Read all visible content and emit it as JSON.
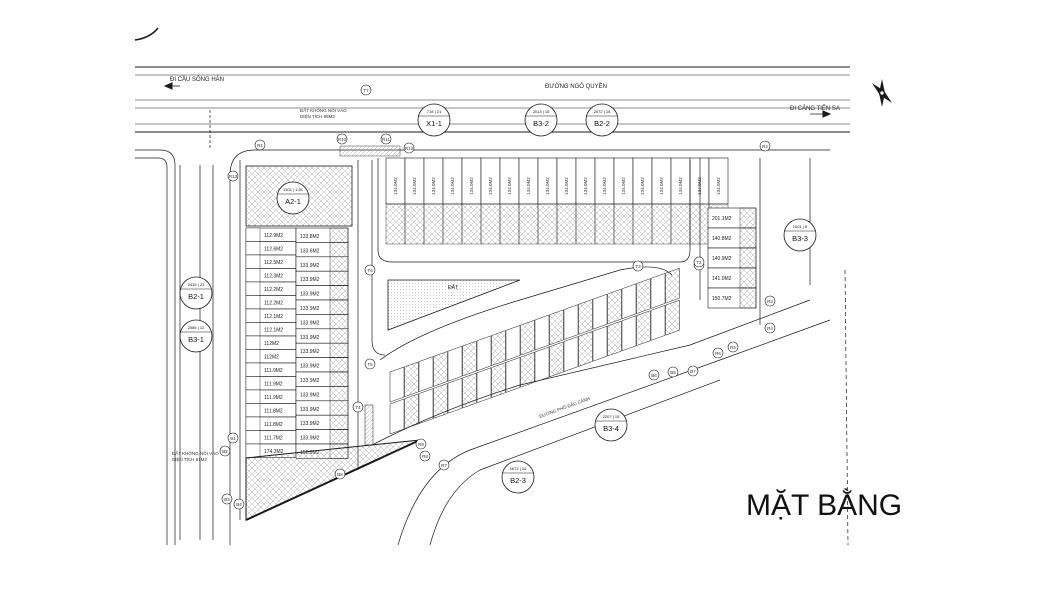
{
  "title": "MẶT BẰNG",
  "roads": {
    "main": "ĐƯỜNG NGÔ QUYỀN",
    "to_han_bridge": "ĐI CẦU SÔNG HÀN",
    "to_tien_sa_port": "ĐI CẢNG TIÊN SA",
    "curved": "ĐƯỜNG PHỐ ĐẶC CẢNH"
  },
  "blocks": [
    {
      "id": "A2-1",
      "num": "1301 | 1.81"
    },
    {
      "id": "X1-1",
      "num": "718 | 21"
    },
    {
      "id": "B3-2",
      "num": "2013 | 15"
    },
    {
      "id": "B2-2",
      "num": "2072 | 15"
    },
    {
      "id": "B3-3",
      "num": "1001 | 8"
    },
    {
      "id": "B2-1",
      "num": "2415 | 21"
    },
    {
      "id": "B3-1",
      "num": "2085 | 12"
    },
    {
      "id": "B3-4",
      "num": "2207 | 15"
    },
    {
      "id": "B2-3",
      "num": "1672 | 10"
    }
  ],
  "notes": {
    "upper_left": [
      "ĐẤT KHÔNG NỐI VÀO",
      "DIỆN TÍCH 98M2"
    ],
    "lower_left": [
      "ĐẤT KHÔNG NỐI VÀO",
      "DIỆN TÍCH 91M2"
    ],
    "triangle": "ĐẤT"
  },
  "lots": {
    "left_column": [
      "112.9M2",
      "112.6M2",
      "112.5M2",
      "112.3M2",
      "112.2M2",
      "112.2M2",
      "112.1M2",
      "112.1M2",
      "112M2",
      "112M2",
      "111.9M2",
      "111.9M2",
      "111.9M2",
      "111.8M2",
      "111.8M2",
      "111.7M2",
      "174.3M2"
    ],
    "right_column": [
      "133.8M2",
      "133.6M2",
      "133.9M2",
      "133.9M2",
      "133.9M2",
      "133.9M2",
      "133.9M2",
      "133.9M2",
      "133.9M2",
      "133.9M2",
      "133.9M2",
      "133.9M2",
      "133.9M2",
      "133.9M2",
      "133.9M2",
      "152.9M2"
    ],
    "top_row": [
      "134.0M2",
      "134.0M2",
      "134.0M2",
      "134.0M2",
      "134.0M2",
      "134.0M2",
      "134.0M2",
      "134.0M2",
      "134.0M2",
      "134.0M2",
      "134.0M2",
      "134.0M2",
      "134.0M2",
      "134.0M2",
      "134.0M2",
      "134.0M2",
      "134.0M2",
      "134.0M2"
    ],
    "b3_3": [
      "201.1M2",
      "140.8M2",
      "140.9M2",
      "141.0M2",
      "150.7M2"
    ]
  },
  "markers": [
    "T1",
    "T2",
    "T3",
    "T4",
    "T5",
    "T6",
    "T7",
    "R1",
    "R2",
    "R3",
    "R4",
    "R5",
    "R6",
    "R7",
    "R8",
    "R9",
    "R10",
    "R11",
    "R12",
    "R13",
    "B1",
    "B2",
    "B3",
    "B4",
    "B5",
    "B6",
    "B7",
    "B8"
  ],
  "colors": {
    "line": "#1a1a1a",
    "hatch": "#9a9a9a",
    "background": "#ffffff"
  }
}
